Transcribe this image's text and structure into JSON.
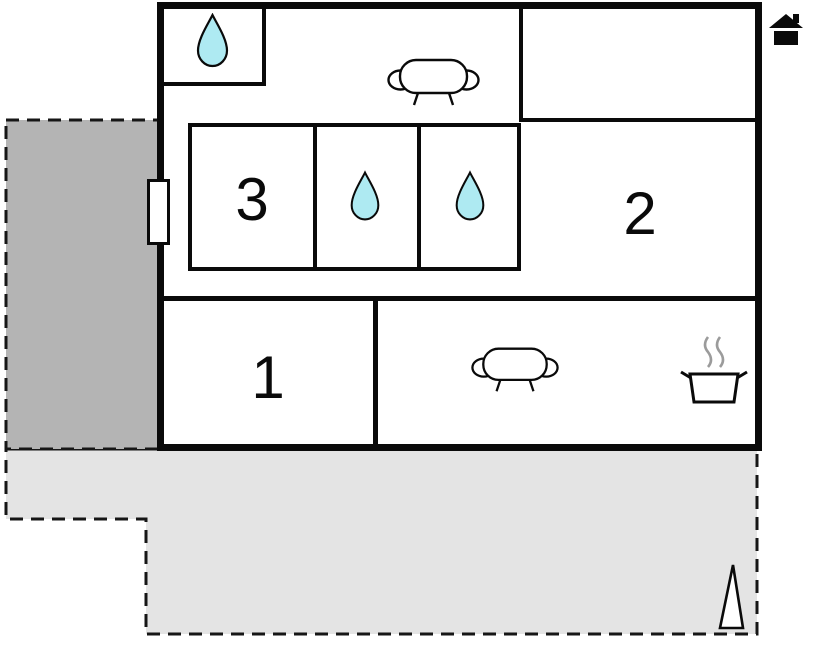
{
  "rooms": {
    "room1": {
      "label": "1"
    },
    "room2": {
      "label": "2"
    },
    "room3": {
      "label": "3"
    }
  },
  "colors": {
    "wall": "#0a0a0a",
    "water_drop_fill": "#aeeaf2",
    "terrace_left_fill": "#b4b4b4",
    "terrace_lower_fill": "#e4e4e4",
    "steam": "#9b9b9b",
    "background": "#ffffff"
  },
  "icons": [
    {
      "name": "water-drop-icon"
    },
    {
      "name": "water-drop-icon"
    },
    {
      "name": "water-drop-icon"
    },
    {
      "name": "sofa-icon"
    },
    {
      "name": "sofa-icon"
    },
    {
      "name": "cooking-pot-icon"
    },
    {
      "name": "house-icon"
    },
    {
      "name": "north-arrow-icon"
    }
  ]
}
